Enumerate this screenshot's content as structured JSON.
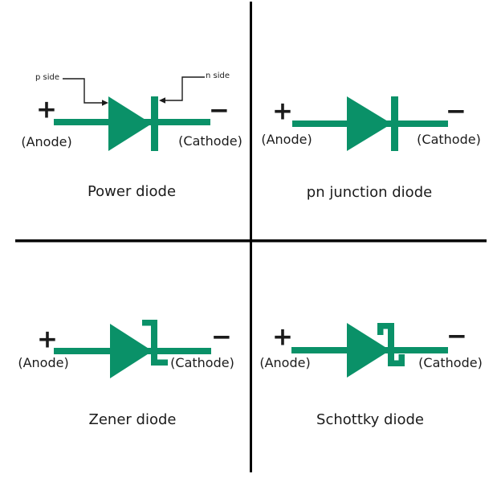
{
  "colors": {
    "accent": "#0a9168",
    "ink": "#1b1b1b",
    "line": "#000000",
    "background": "#ffffff"
  },
  "quadrants": [
    {
      "title": "Power diode",
      "plus_label": "+",
      "minus_label": "−",
      "anode_label": "(Anode)",
      "cathode_label": "(Cathode)",
      "p_side_label": "p side",
      "n_side_label": "n side"
    },
    {
      "title": "pn junction diode",
      "plus_label": "+",
      "minus_label": "−",
      "anode_label": "(Anode)",
      "cathode_label": "(Cathode)"
    },
    {
      "title": "Zener diode",
      "plus_label": "+",
      "minus_label": "−",
      "anode_label": "(Anode)",
      "cathode_label": "(Cathode)"
    },
    {
      "title": "Schottky diode",
      "plus_label": "+",
      "minus_label": "−",
      "anode_label": "(Anode)",
      "cathode_label": "(Cathode)"
    }
  ]
}
